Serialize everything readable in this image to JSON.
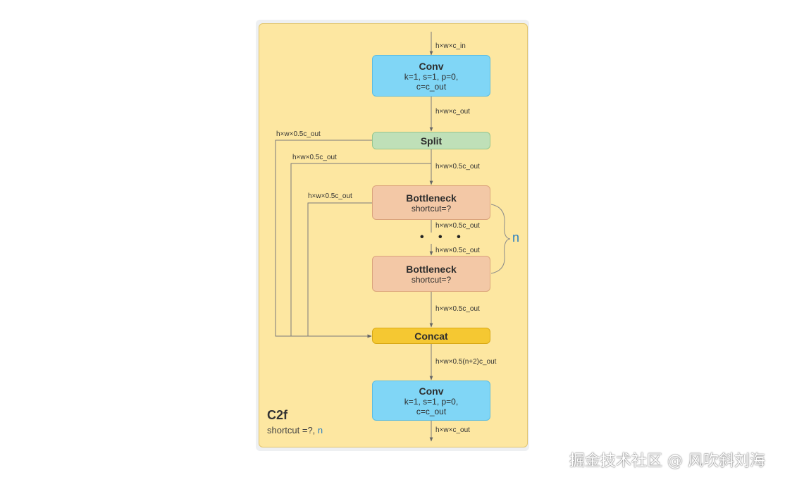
{
  "blocks": {
    "conv_top": {
      "title": "Conv",
      "line1": "k=1, s=1, p=0,",
      "line2": "c=c_out"
    },
    "split": {
      "title": "Split"
    },
    "bottleneck_1": {
      "title": "Bottleneck",
      "sub": "shortcut=?"
    },
    "bottleneck_n": {
      "title": "Bottleneck",
      "sub": "shortcut=?"
    },
    "concat": {
      "title": "Concat"
    },
    "conv_bottom": {
      "title": "Conv",
      "line1": "k=1, s=1, p=0,",
      "line2": "c=c_out"
    }
  },
  "labels": {
    "input": "h×w×c_in",
    "after_conv": "h×w×c_out",
    "split_branch_outer": "h×w×0.5c_out",
    "split_branch_inner": "h×w×0.5c_out",
    "split_main": "h×w×0.5c_out",
    "bottleneck_branch": "h×w×0.5c_out",
    "after_b1": "h×w×0.5c_out",
    "before_bn": "h×w×0.5c_out",
    "after_bn": "h×w×0.5c_out",
    "after_concat": "h×w×0.5(n+2)c_out",
    "output": "h×w×c_out"
  },
  "repeat_n": "n",
  "ellipsis": "• • •",
  "module": {
    "name": "C2f",
    "sub_prefix": "shortcut =?, ",
    "sub_n": "n"
  },
  "watermark": "掘金技术社区 @ 风吹斜刘海",
  "colors": {
    "panel": "#fde7a1",
    "conv": "#80d6f6",
    "split": "#bfe0b8",
    "bottleneck": "#f3c8a6",
    "concat": "#f5c832",
    "accent": "#2a7fc0"
  }
}
